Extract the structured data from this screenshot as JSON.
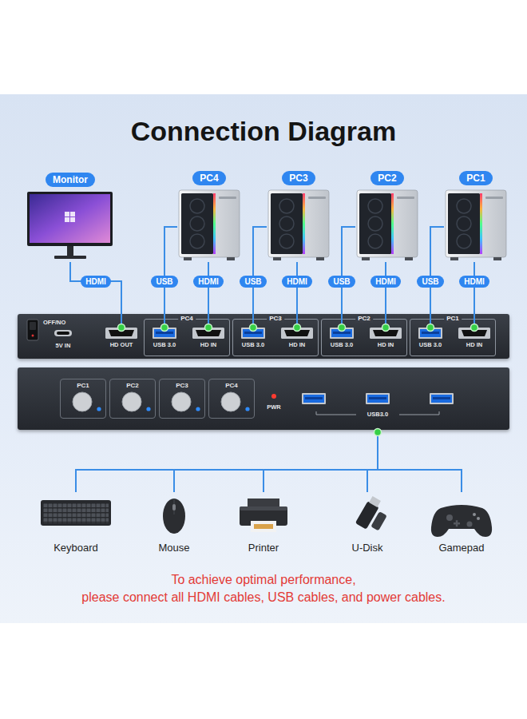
{
  "diagram": {
    "title": "Connection Diagram",
    "nodes": [
      {
        "text": [
          "Monitor"
        ]
      },
      {
        "text": [
          "PC4"
        ]
      },
      {
        "text": [
          "PC3"
        ]
      },
      {
        "text": [
          "PC2"
        ]
      },
      {
        "text": [
          "PC1"
        ]
      },
      {
        "text": [
          "OFF/NO",
          "5V IN"
        ]
      },
      {
        "text": [
          "HD OUT"
        ],
        "in": 5
      },
      {
        "text": [
          "PC4"
        ],
        "in": 5
      },
      {
        "text": [
          "USB 3.0"
        ],
        "in": 7
      },
      {
        "text": [
          "HD IN"
        ],
        "in": 7
      },
      {
        "text": [
          "PC3"
        ],
        "in": 5
      },
      {
        "text": [
          "USB 3.0"
        ],
        "in": 10
      },
      {
        "text": [
          "HD IN"
        ],
        "in": 10
      },
      {
        "text": [
          "PC2"
        ],
        "in": 5
      },
      {
        "text": [
          "USB 3.0"
        ],
        "in": 13
      },
      {
        "text": [
          "HD IN"
        ],
        "in": 13
      },
      {
        "text": [
          "PC1"
        ],
        "in": 5
      },
      {
        "text": [
          "USB 3.0"
        ],
        "in": 16
      },
      {
        "text": [
          "HD IN"
        ],
        "in": 16
      },
      {
        "text": [
          "PWR"
        ]
      },
      {
        "text": [
          "PC1"
        ],
        "in": 19
      },
      {
        "text": [
          "PC2"
        ],
        "in": 19
      },
      {
        "text": [
          "PC3"
        ],
        "in": 19
      },
      {
        "text": [
          "PC4"
        ],
        "in": 19
      },
      {
        "text": [
          "USB3.0"
        ],
        "in": 19
      },
      {
        "text": [
          "Keyboard"
        ]
      },
      {
        "text": [
          "Mouse"
        ]
      },
      {
        "text": [
          "Printer"
        ]
      },
      {
        "text": [
          "U-Disk"
        ]
      },
      {
        "text": [
          "Gamepad"
        ]
      }
    ],
    "edges": [
      {
        "from": 0,
        "to": 6,
        "label": "HDMI",
        "arrow": "none"
      },
      {
        "from": 1,
        "to": 8,
        "label": "USB",
        "arrow": "none"
      },
      {
        "from": 1,
        "to": 9,
        "label": "HDMI",
        "arrow": "none"
      },
      {
        "from": 2,
        "to": 11,
        "label": "USB",
        "arrow": "none"
      },
      {
        "from": 2,
        "to": 12,
        "label": "HDMI",
        "arrow": "none"
      },
      {
        "from": 3,
        "to": 14,
        "label": "USB",
        "arrow": "none"
      },
      {
        "from": 3,
        "to": 15,
        "label": "HDMI",
        "arrow": "none"
      },
      {
        "from": 4,
        "to": 17,
        "label": "USB",
        "arrow": "none"
      },
      {
        "from": 4,
        "to": 18,
        "label": "HDMI",
        "arrow": "none"
      },
      {
        "from": 24,
        "to": 25,
        "arrow": "none"
      },
      {
        "from": 24,
        "to": 26,
        "arrow": "none"
      },
      {
        "from": 24,
        "to": 27,
        "arrow": "none"
      },
      {
        "from": 24,
        "to": 28,
        "arrow": "none"
      },
      {
        "from": 24,
        "to": 29,
        "arrow": "none"
      }
    ],
    "labels": [
      "To achieve optimal performance,",
      "please connect all HDMI cables, USB cables, and power cables."
    ]
  }
}
